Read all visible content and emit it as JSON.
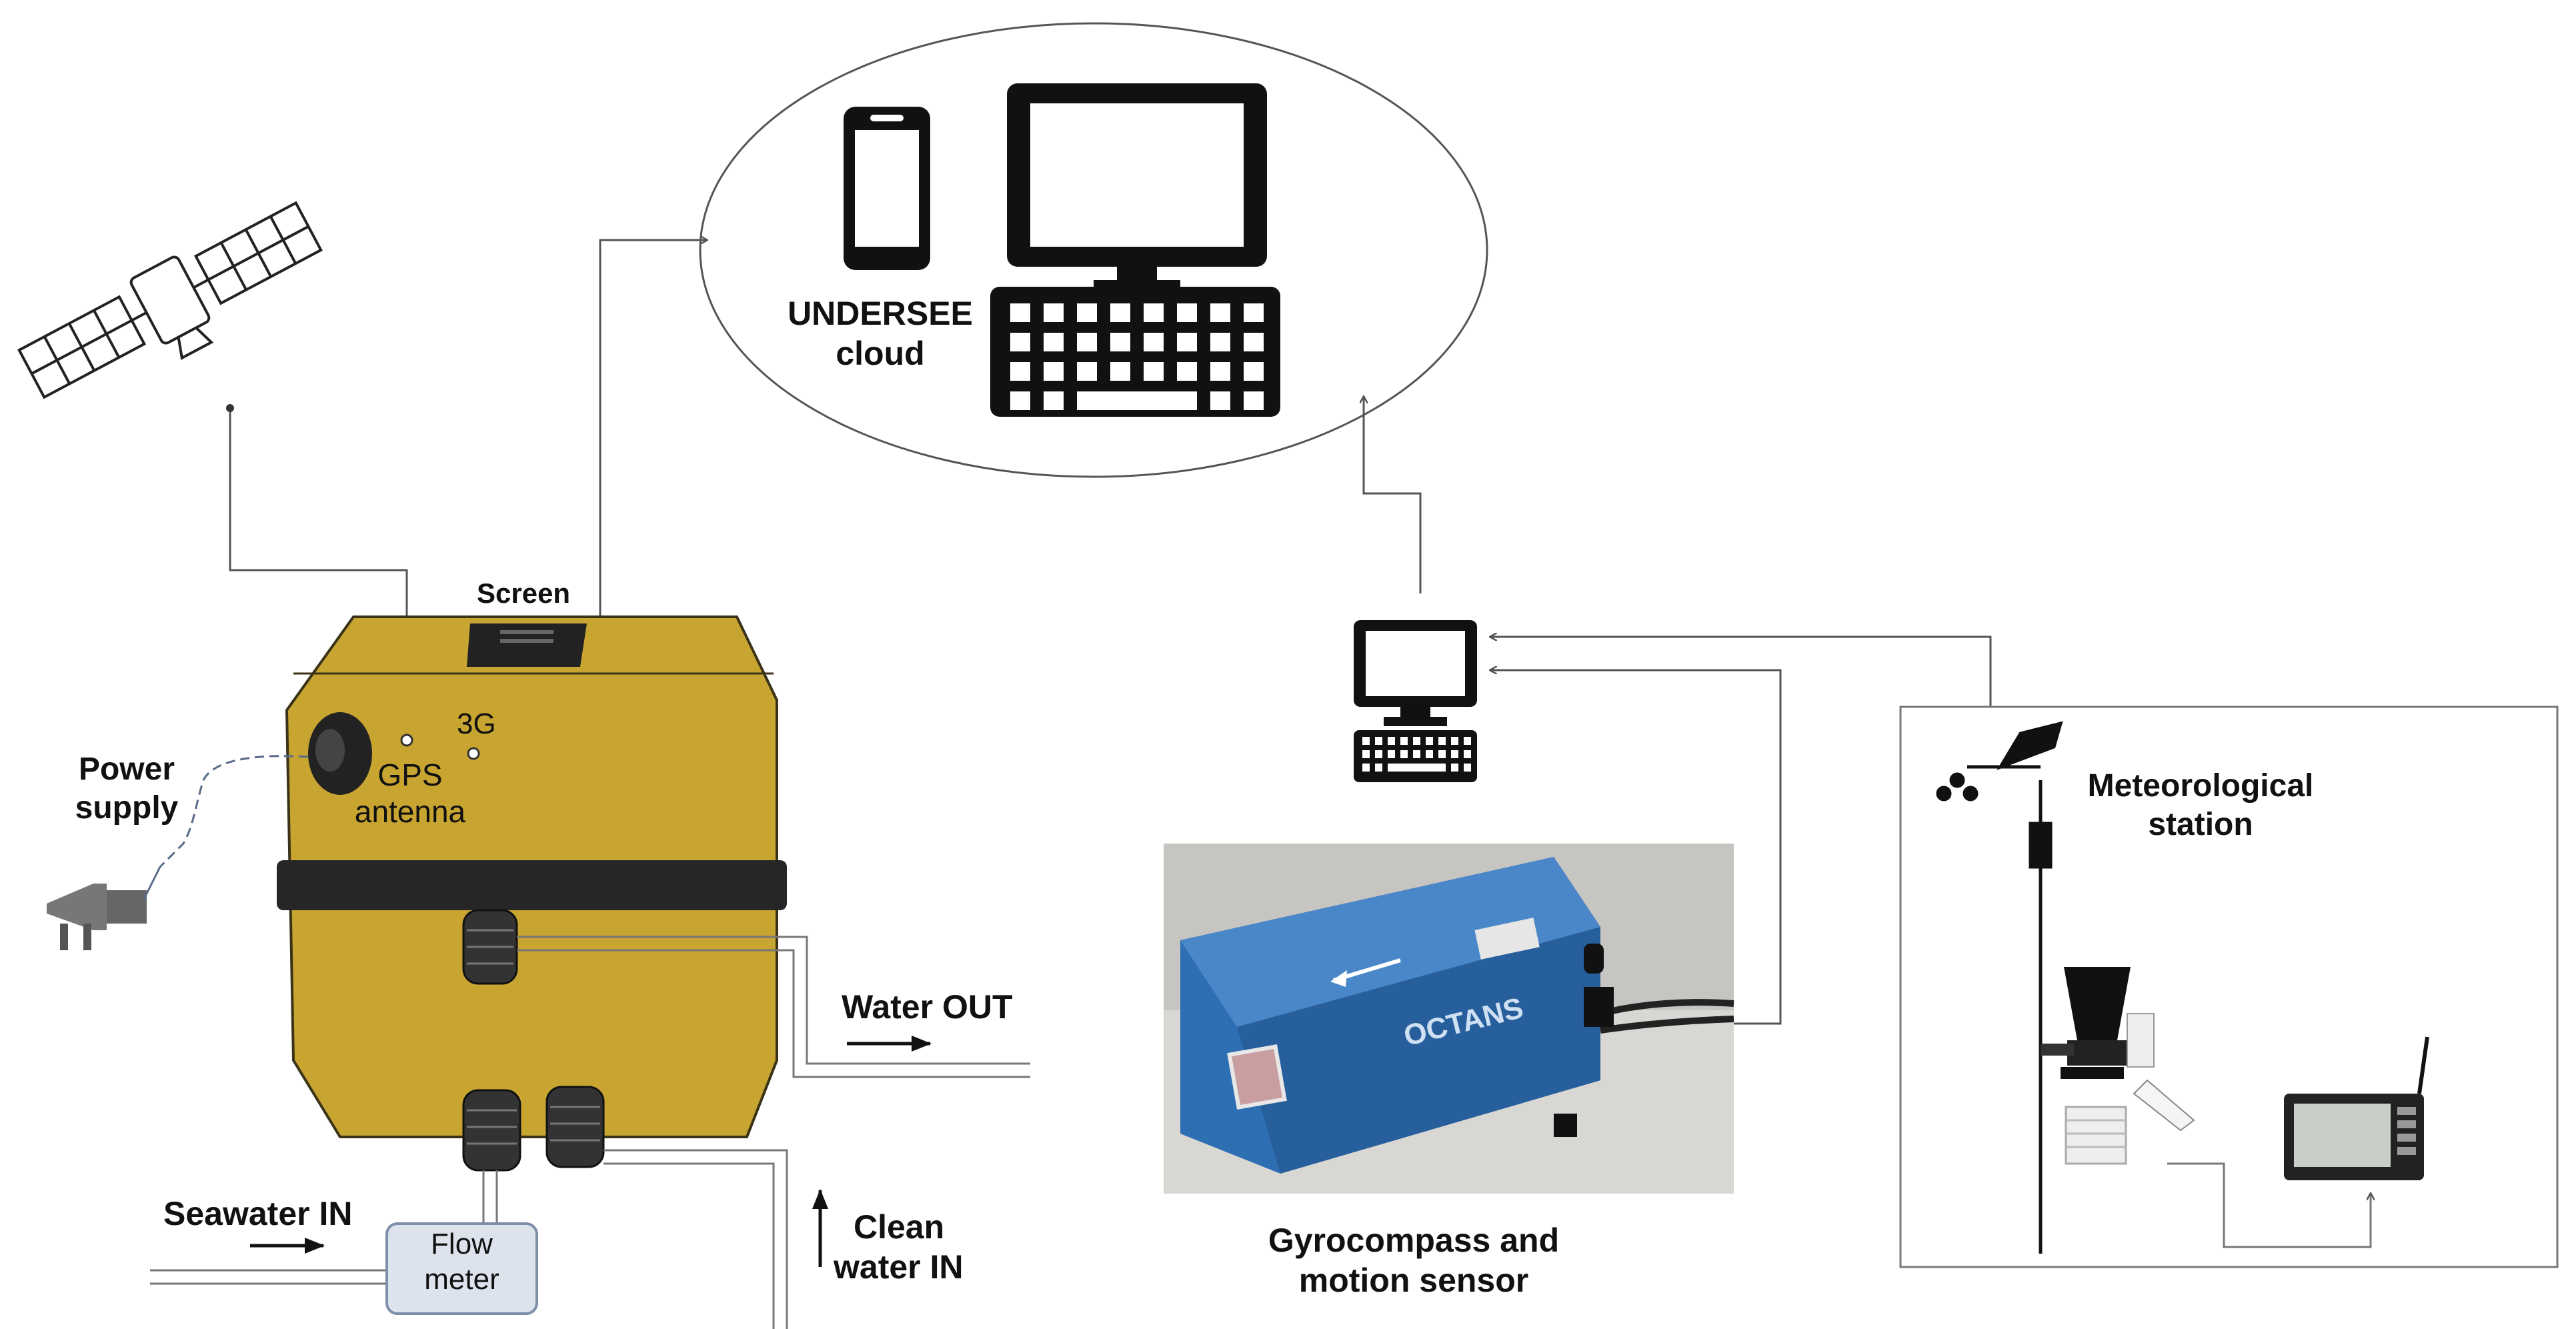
{
  "labels": {
    "cloud_line1": "UNDERSEE",
    "cloud_line2": "cloud",
    "screen": "Screen",
    "port_3g": "3G",
    "gps_line1": "GPS",
    "gps_line2": "antenna",
    "power_line1": "Power",
    "power_line2": "supply",
    "water_out": "Water OUT",
    "seawater_in": "Seawater IN",
    "flow_line1": "Flow",
    "flow_line2": "meter",
    "clean_line1": "Clean",
    "clean_line2": "water IN",
    "gyro_line1": "Gyrocompass and",
    "gyro_line2": "motion sensor",
    "met_line1": "Meteorological",
    "met_line2": "station",
    "device_brand": "OCTANS"
  },
  "colors": {
    "housing": "#c8a431",
    "housing_stroke": "#3a3318",
    "band": "#262626",
    "device_blue": "#2e6fb3",
    "flow_meter_fill": "#dde3ec",
    "flow_meter_stroke": "#7d8fa8",
    "line": "#555555",
    "icon": "#111111"
  },
  "icons": [
    "satellite-icon",
    "smartphone-icon",
    "desktop-computer-icon",
    "keyboard-icon",
    "plug-icon",
    "arrow-icon",
    "weather-vane-icon",
    "weather-console-icon"
  ]
}
